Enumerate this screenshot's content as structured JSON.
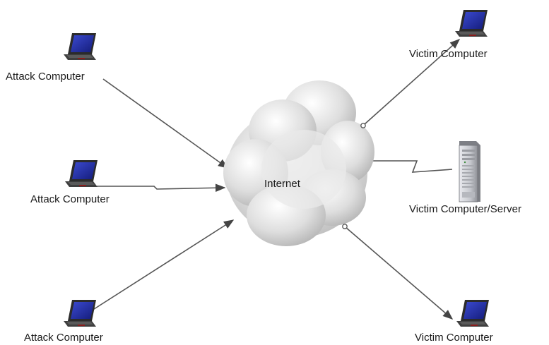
{
  "diagram": {
    "center": {
      "label": "Internet",
      "icon": "cloud-icon"
    },
    "attackers": [
      {
        "label": "Attack Computer",
        "icon": "laptop-icon"
      },
      {
        "label": "Attack Computer",
        "icon": "laptop-icon"
      },
      {
        "label": "Attack Computer",
        "icon": "laptop-icon"
      }
    ],
    "victims": [
      {
        "label": "Victim Computer",
        "icon": "laptop-icon"
      },
      {
        "label": "Victim Computer/Server",
        "icon": "server-icon"
      },
      {
        "label": "Victim Computer",
        "icon": "laptop-icon"
      }
    ],
    "colors": {
      "line": "#555555",
      "laptop_screen": "#2230a8",
      "laptop_body": "#3a3a3a",
      "cloud_light": "#f2f2f2",
      "cloud_dark": "#b9b9b9",
      "server_body": "#c9cbd0"
    }
  }
}
